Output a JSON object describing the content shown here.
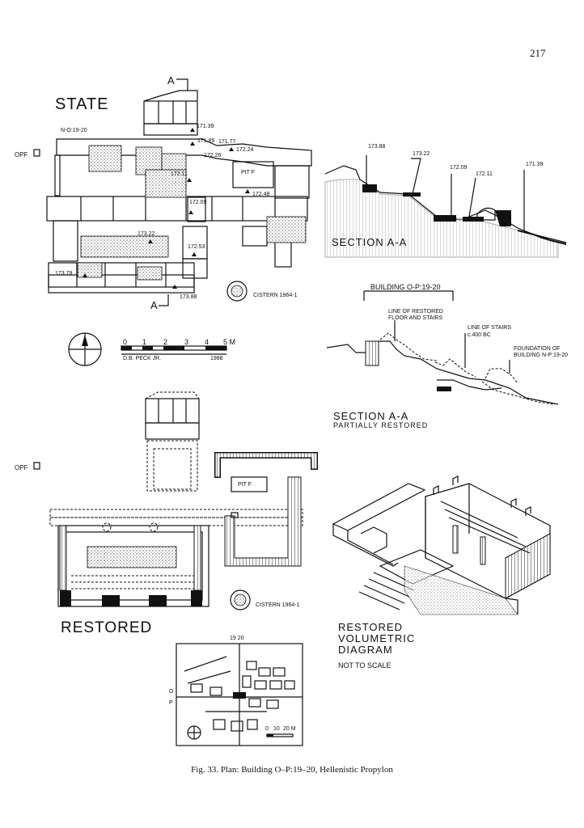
{
  "page_number": "217",
  "caption": "Fig. 33. Plan: Building O–P:19–20, Hellenistic Propylon",
  "state_plan": {
    "title": "STATE",
    "grid_label": "N-O:19-20",
    "opf_label": "OPF",
    "section_marker_top": "A",
    "section_marker_bottom": "A",
    "pit_label": "PIT F",
    "cistern_label": "CISTERN 1964-1",
    "elevations": [
      "171.39",
      "171.89",
      "171.77",
      "172.24",
      "172.26",
      "172.11",
      "172.48",
      "172.09",
      "173.22",
      "172.53",
      "173.79",
      "173.88"
    ],
    "scale_ticks": [
      "0",
      "1",
      "2",
      "3",
      "4",
      "5 M"
    ],
    "author": "D.B. PECK JR.",
    "year": "1988"
  },
  "section_aa": {
    "title": "SECTION A-A",
    "elevations": [
      "173.88",
      "173.22",
      "172.09",
      "172.11",
      "171.39"
    ]
  },
  "section_aa_restored": {
    "title": "SECTION A-A",
    "subtitle": "PARTIALLY RESTORED",
    "building_label": "BUILDING O-P:19-20",
    "note_floor": "LINE OF RESTORED",
    "note_floor_2": "FLOOR AND STAIRS",
    "note_stairs": "LINE OF STAIRS",
    "note_stairs_2": "c.400 BC",
    "note_foundation": "FOUNDATION OF",
    "note_foundation_2": "BUILDING N-P:19-20"
  },
  "restored_plan": {
    "title": "RESTORED",
    "opf_label": "OPF",
    "pit_label": "PIT F",
    "cistern_label": "CISTERN 1964-1"
  },
  "volumetric": {
    "title_1": "RESTORED",
    "title_2": "VOLUMETRIC",
    "title_3": "DIAGRAM",
    "note": "NOT TO SCALE"
  },
  "key_plan": {
    "top_label": "19 20",
    "side_label_1": "O",
    "side_label_2": "P",
    "scale_ticks": [
      "0",
      "10",
      "20 M"
    ]
  }
}
